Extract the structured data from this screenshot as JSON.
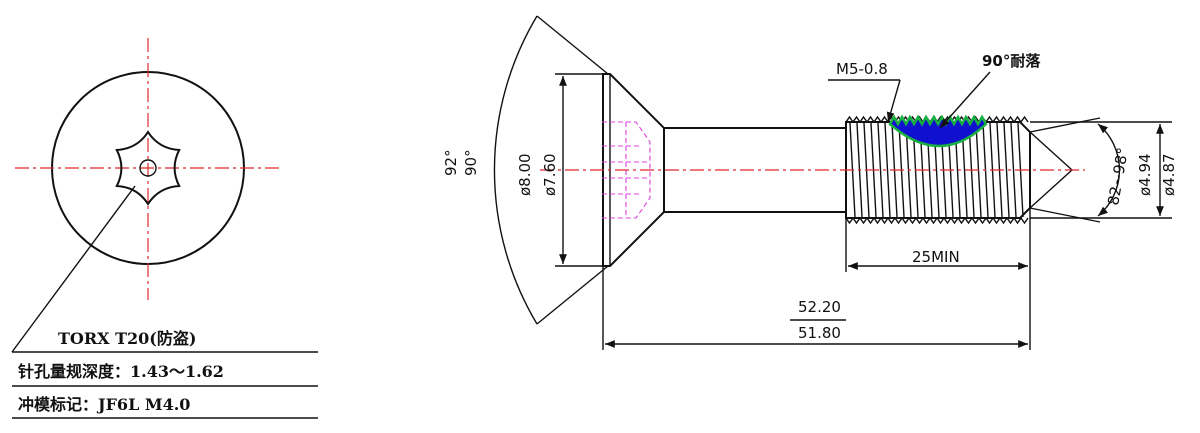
{
  "notes": {
    "torx": "TORX T20(防盗)",
    "depth": "针孔量规深度：1.43～1.62",
    "marking": "冲模标记：JF6L  M4.0"
  },
  "dimensions": {
    "angle_head_outer": "92°",
    "angle_head_inner": "90°",
    "dia_head_outer": "ø8.00",
    "dia_head_inner": "ø7.60",
    "thread_spec": "M5-0.8",
    "thread_angle_note": "90°耐落",
    "thread_length": "25MIN",
    "overall_length_max": "52.20",
    "overall_length_min": "51.80",
    "tip_angle": "82~98°",
    "dia_thread_outer": "ø4.94",
    "dia_thread_inner": "ø4.87"
  },
  "colors": {
    "line": "#111111",
    "centerline": "#e0282e",
    "hidden_line": "#e040e0",
    "patch_fill": "#1010d0",
    "patch_edge": "#18b040"
  }
}
